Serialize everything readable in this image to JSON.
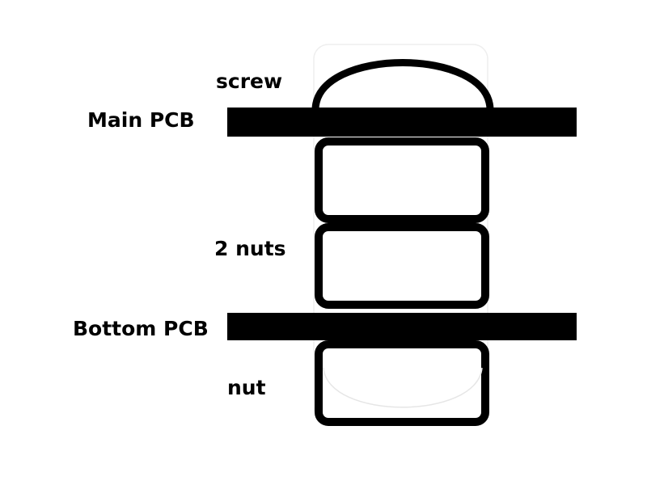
{
  "labels": {
    "screw": "screw",
    "main_pcb": "Main PCB",
    "two_nuts": "2 nuts",
    "bottom_pcb": "Bottom PCB",
    "nut": "nut"
  },
  "colors": {
    "ink": "#000000",
    "background": "#ffffff"
  }
}
